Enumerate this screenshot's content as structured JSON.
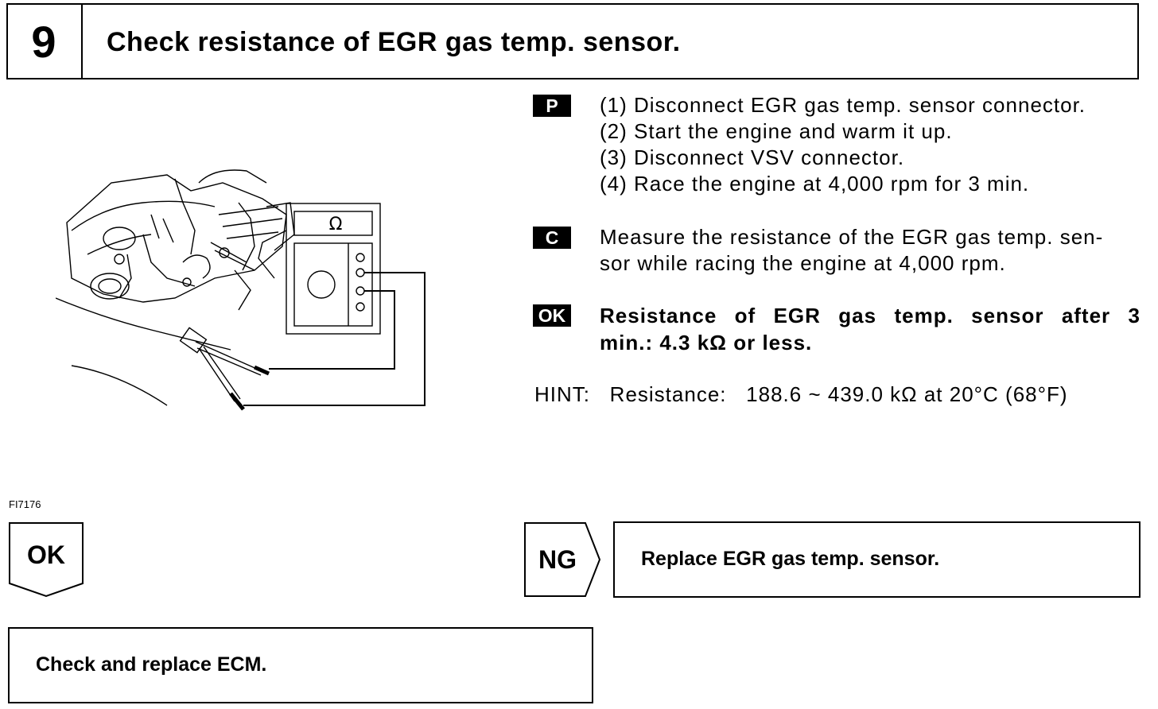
{
  "step": {
    "number": "9",
    "title": "Check resistance of EGR gas temp. sensor."
  },
  "figure": {
    "meter_symbol": "Ω",
    "code": "FI7176"
  },
  "prep": {
    "badge": "P",
    "steps": [
      "(1) Disconnect EGR gas temp. sensor connector.",
      "(2) Start the engine and warm it up.",
      "(3) Disconnect VSV connector.",
      "(4) Race the engine at 4,000 rpm for 3 min."
    ]
  },
  "check": {
    "badge": "C",
    "text_line1": "Measure the resistance of the EGR gas temp. sen-",
    "text_line2": "sor while racing the engine at 4,000 rpm."
  },
  "spec": {
    "badge": "OK",
    "text_line1": "Resistance of EGR gas temp. sensor after 3",
    "text_line2": "min.:   4.3 kΩ or less."
  },
  "hint": {
    "text": "HINT:   Resistance:   188.6 ~ 439.0 kΩ at 20°C (68°F)"
  },
  "results": {
    "ok_label": "OK",
    "ng_label": "NG",
    "ng_action": "Replace EGR gas temp. sensor.",
    "ok_action": "Check and replace ECM."
  }
}
